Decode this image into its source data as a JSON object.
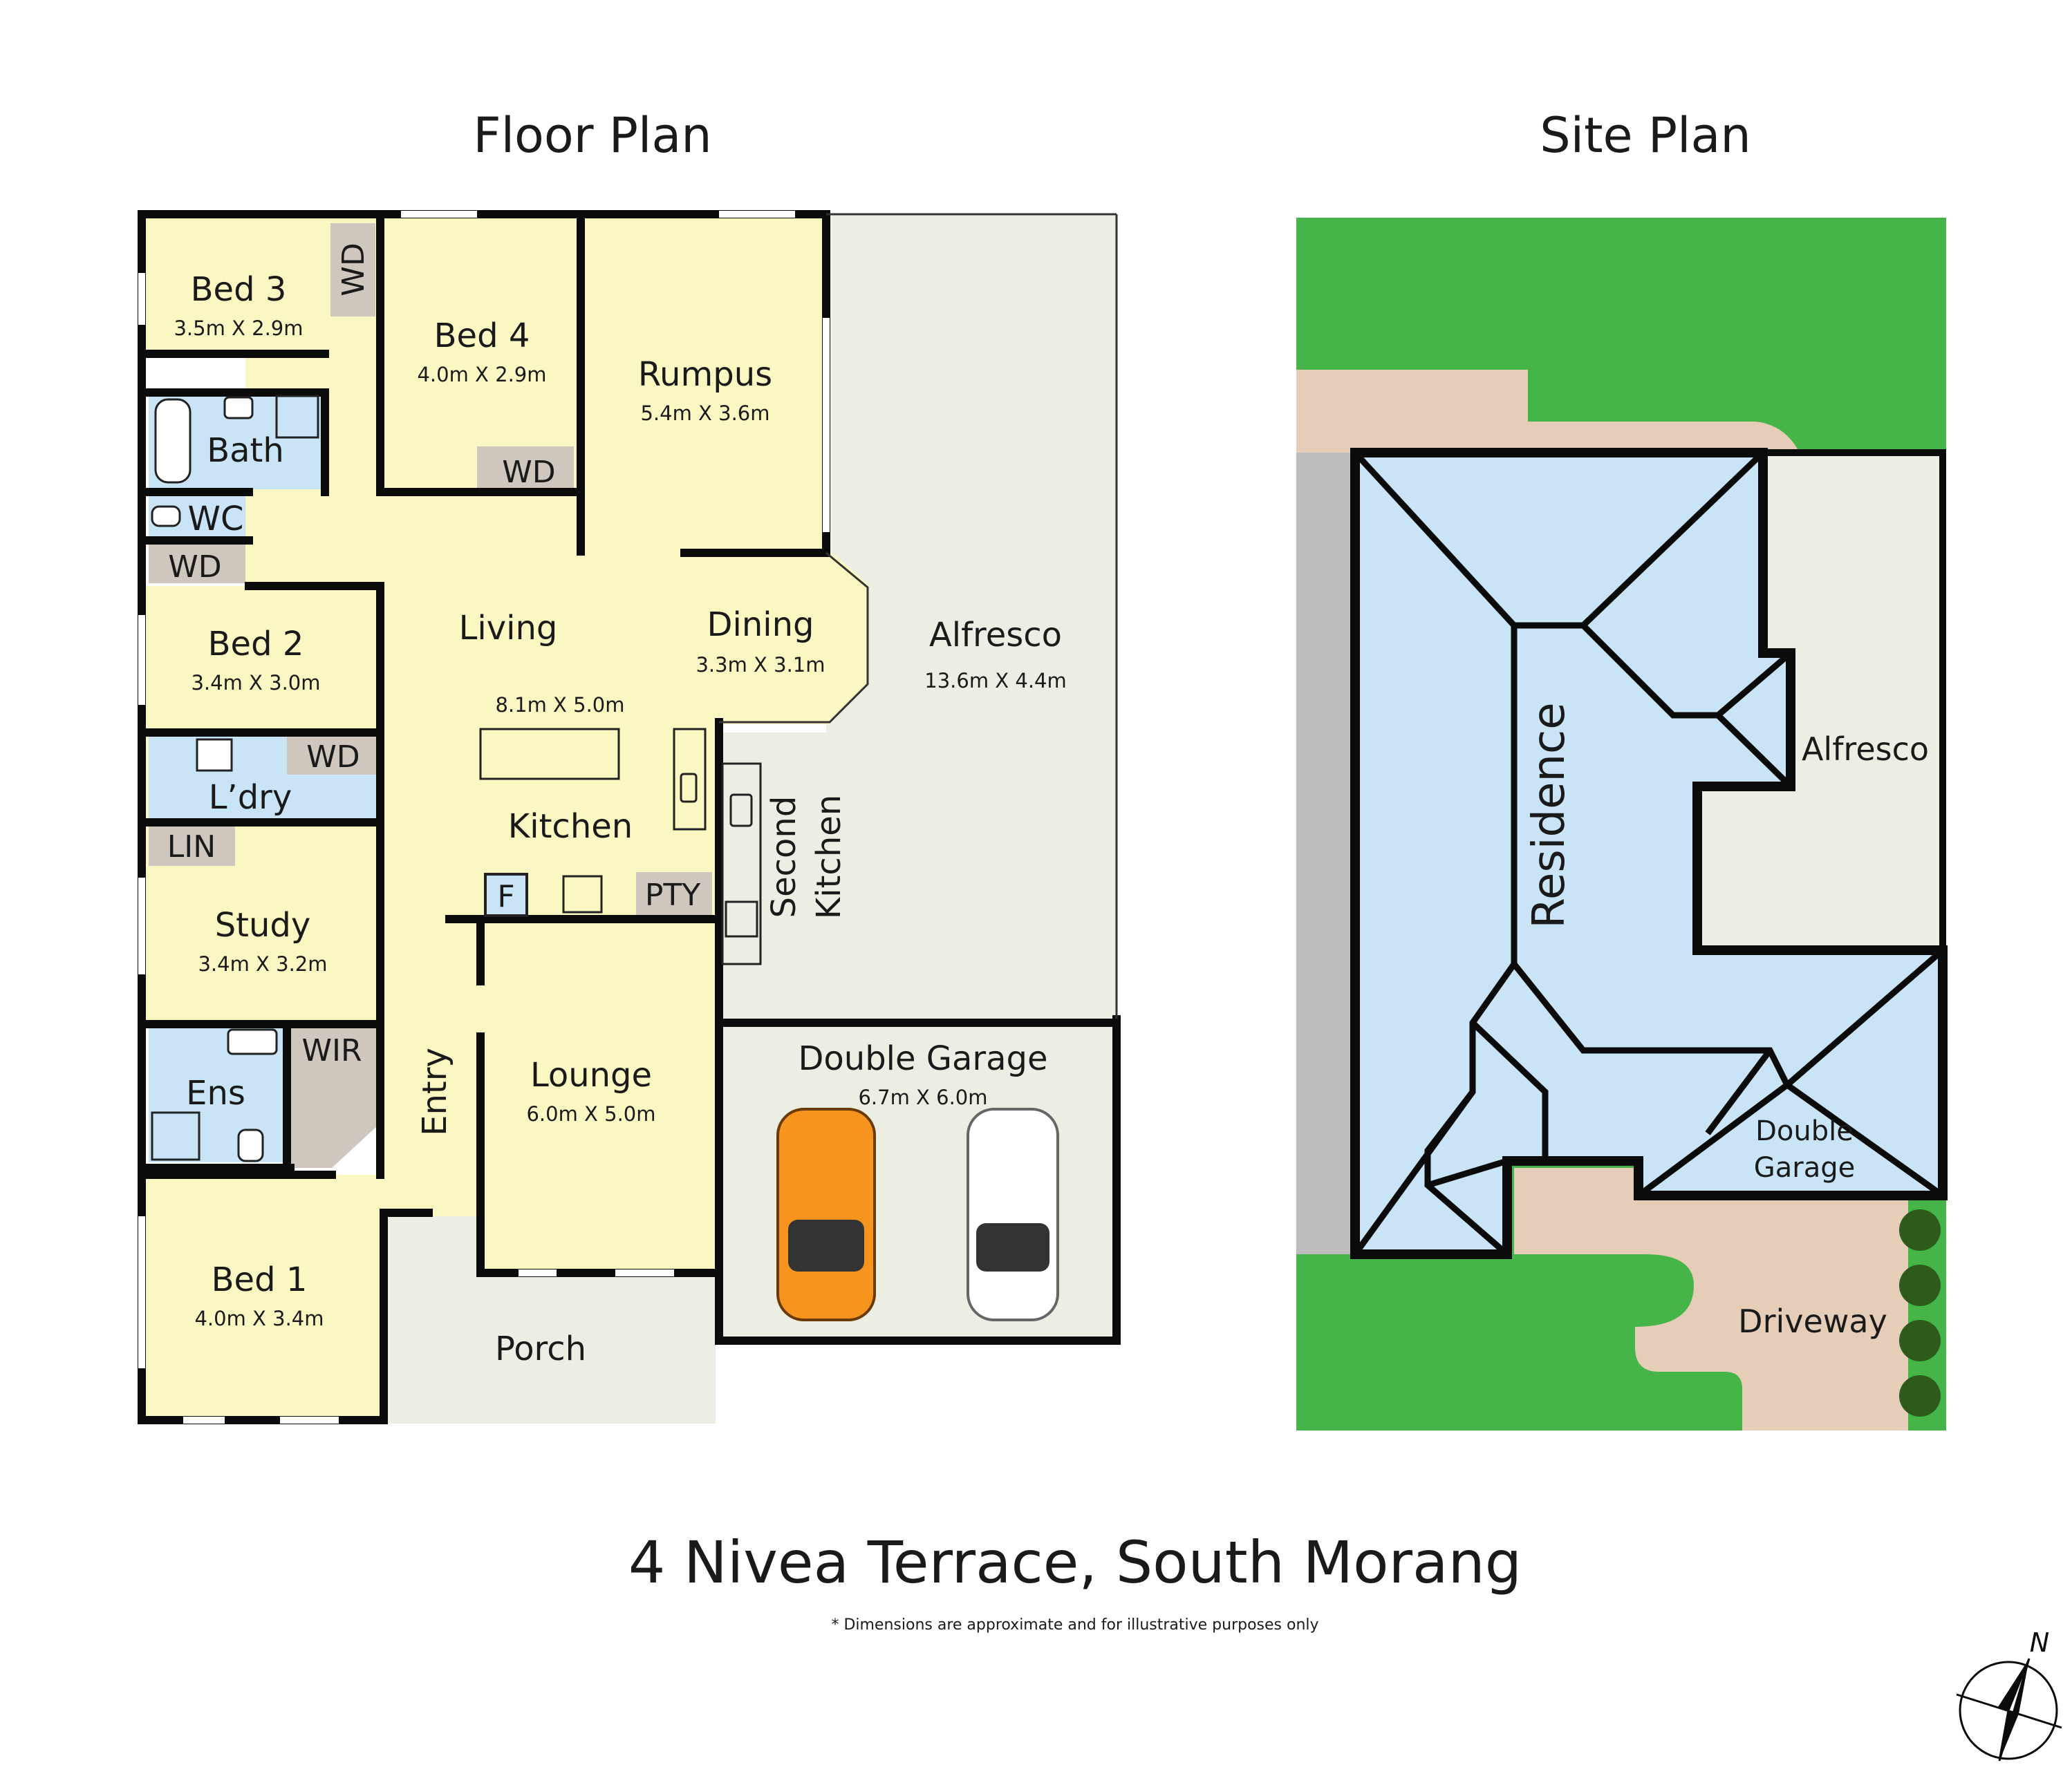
{
  "headings": {
    "floor_plan": "Floor Plan",
    "site_plan": "Site Plan"
  },
  "address": "4 Nivea Terrace, South Morang",
  "disclaimer": "* Dimensions are approximate and for illustrative purposes only",
  "compass": {
    "north_label": "N"
  },
  "colors": {
    "room": "#fbf7c3",
    "wet": "#c8e4f6",
    "outdoor": "#eceee3",
    "storage": "#cfc6bd",
    "wall": "#0b0b0b",
    "grass": "#45b549",
    "paving": "#e6cdb8",
    "residence": "#c8e4f6",
    "path": "#bdbdbd",
    "car_orange": "#f7941d",
    "car_white": "#ffffff"
  },
  "rooms": {
    "bed3": {
      "name": "Bed 3",
      "dim": "3.5m X 2.9m"
    },
    "bed4": {
      "name": "Bed 4",
      "dim": "4.0m X 2.9m"
    },
    "rumpus": {
      "name": "Rumpus",
      "dim": "5.4m X 3.6m"
    },
    "alfresco": {
      "name": "Alfresco",
      "dim": "13.6m X 4.4m"
    },
    "bath": {
      "name": "Bath"
    },
    "wc": {
      "name": "WC"
    },
    "bed2": {
      "name": "Bed 2",
      "dim": "3.4m X 3.0m"
    },
    "living": {
      "name": "Living"
    },
    "living_kitchen_dim": "8.1m X 5.0m",
    "dining": {
      "name": "Dining",
      "dim": "3.3m X 3.1m"
    },
    "laundry": {
      "name": "L’dry"
    },
    "kitchen": {
      "name": "Kitchen"
    },
    "second_kitchen": {
      "line1": "Second",
      "line2": "Kitchen"
    },
    "study": {
      "name": "Study",
      "dim": "3.4m X 3.2m"
    },
    "ens": {
      "name": "Ens"
    },
    "entry": {
      "name": "Entry"
    },
    "lounge": {
      "name": "Lounge",
      "dim": "6.0m X 5.0m"
    },
    "double_garage": {
      "name": "Double Garage",
      "dim": "6.7m X 6.0m"
    },
    "bed1": {
      "name": "Bed 1",
      "dim": "4.0m X 3.4m"
    },
    "porch": {
      "name": "Porch"
    }
  },
  "fixtures": {
    "wd": "WD",
    "lin": "LIN",
    "wir": "WIR",
    "pty": "PTY",
    "fridge": "F"
  },
  "site": {
    "residence": "Residence",
    "alfresco": "Alfresco",
    "double_garage_line1": "Double",
    "double_garage_line2": "Garage",
    "driveway": "Driveway"
  }
}
